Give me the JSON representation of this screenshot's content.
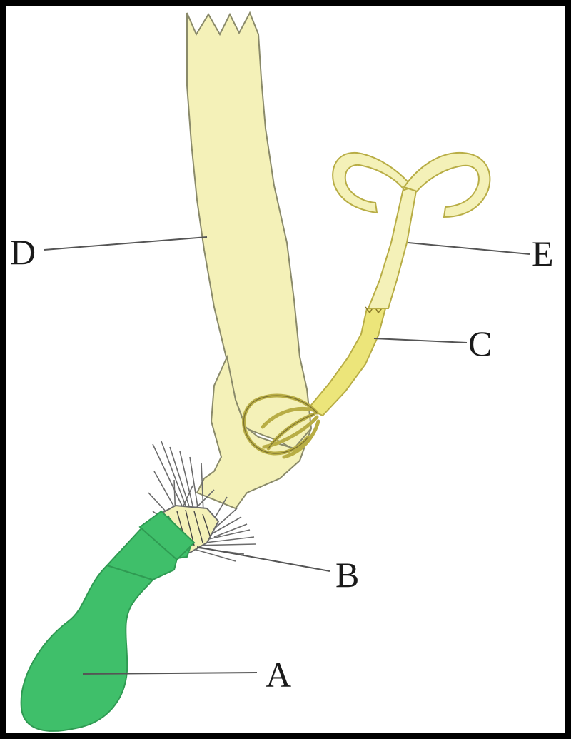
{
  "labels": {
    "a": "A",
    "b": "B",
    "c": "C",
    "d": "D",
    "e": "E"
  },
  "colors": {
    "background": "#ffffff",
    "frame": "#000000",
    "tissue_pale": "#f4f1b8",
    "tube_yellow": "#ece57a",
    "green_part": "#3fbf6a",
    "bristles": "#6b6b6b"
  }
}
